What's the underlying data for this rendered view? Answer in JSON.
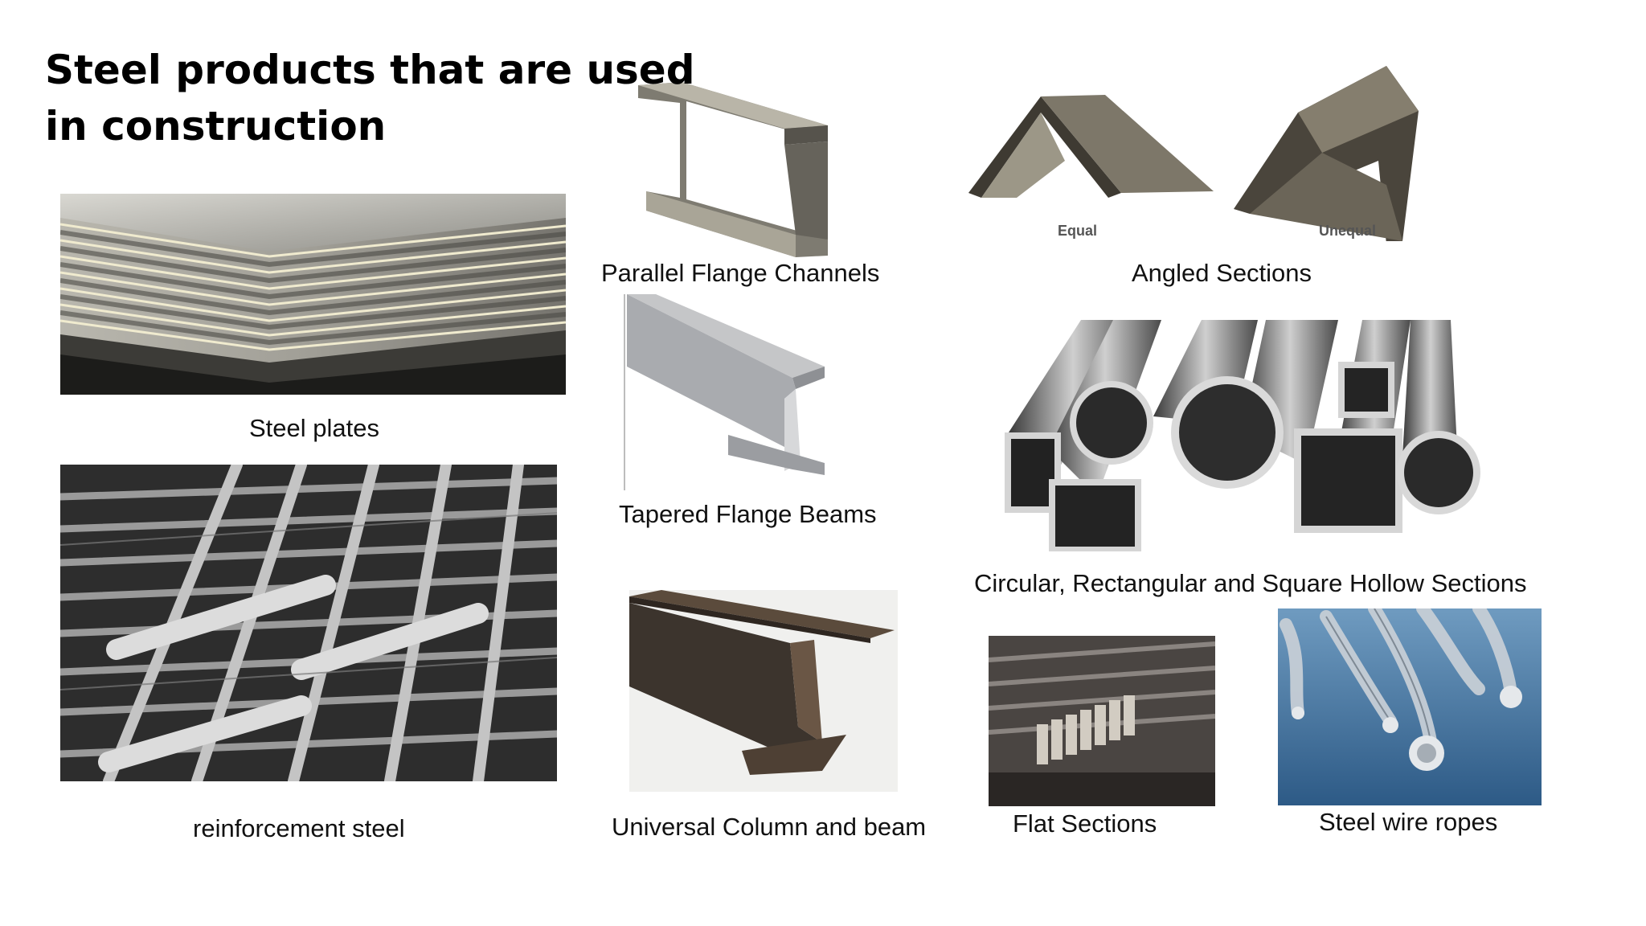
{
  "slide": {
    "title": "Steel products that are used in construction"
  },
  "products": {
    "steel_plates": "Steel plates",
    "reinforcement_steel": "reinforcement steel",
    "parallel_flange_channels": "Parallel Flange Channels",
    "tapered_flange_beams": "Tapered Flange Beams",
    "universal_column_and_beam": "Universal Column and beam",
    "angled_sections": "Angled Sections",
    "angled_equal_label": "Equal",
    "angled_unequal_label": "Unequal",
    "hollow_sections": "Circular, Rectangular and Square Hollow Sections",
    "flat_sections": "Flat Sections",
    "steel_wire_ropes": "Steel wire ropes"
  }
}
